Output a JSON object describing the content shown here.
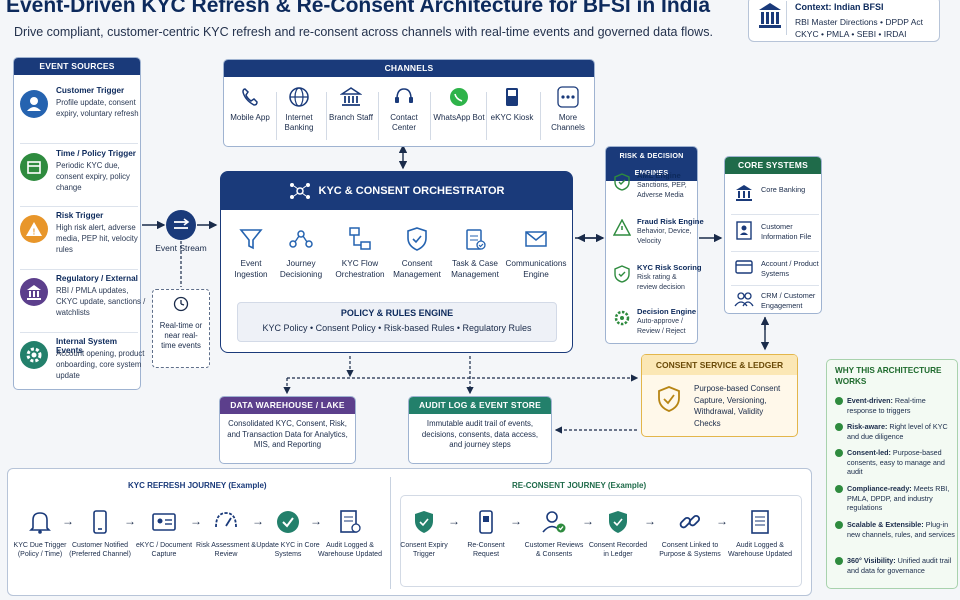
{
  "header": {
    "title": "Event-Driven KYC Refresh & Re-Consent Architecture for BFSI in India",
    "subtitle": "Drive compliant, customer-centric KYC refresh and re-consent across channels with real-time events and governed data flows."
  },
  "context": {
    "title": "Context: Indian BFSI",
    "line1": "RBI Master Directions • DPDP Act",
    "line2": "CKYC • PMLA • SEBI • IRDAI"
  },
  "event_sources": {
    "title": "EVENT SOURCES",
    "items": [
      {
        "title": "Customer Trigger",
        "desc": "Profile update, consent expiry, voluntary refresh",
        "icon": "user-icon",
        "color": "#2563b0"
      },
      {
        "title": "Time / Policy Trigger",
        "desc": "Periodic KYC due, consent expiry, policy change",
        "icon": "calendar-icon",
        "color": "#2e8b3e"
      },
      {
        "title": "Risk Trigger",
        "desc": "High risk alert, adverse media, PEP hit, velocity rules",
        "icon": "warning-icon",
        "color": "#e8962a"
      },
      {
        "title": "Regulatory / External",
        "desc": "RBI / PMLA updates, CKYC update, sanctions / watchlists",
        "icon": "bank-icon",
        "color": "#5c3f8c"
      },
      {
        "title": "Internal System Events",
        "desc": "Account opening, product onboarding, core system update",
        "icon": "gear-icon",
        "color": "#23806b"
      }
    ]
  },
  "event_stream": {
    "label": "Event Stream",
    "realtime": "Real-time or near real-time events"
  },
  "channels": {
    "title": "CHANNELS",
    "items": [
      "Mobile App",
      "Internet Banking",
      "Branch Staff",
      "Contact Center",
      "WhatsApp Bot",
      "eKYC Kiosk",
      "More Channels"
    ]
  },
  "orchestrator": {
    "title": "KYC & CONSENT ORCHESTRATOR",
    "items": [
      "Event Ingestion",
      "Journey Decisioning",
      "KYC Flow Orchestration",
      "Consent Management",
      "Task & Case Management",
      "Communications Engine"
    ],
    "rules_title": "POLICY & RULES ENGINE",
    "rules": "KYC Policy • Consent Policy • Risk-based Rules • Regulatory Rules"
  },
  "risk": {
    "title": "RISK & DECISION ENGINES",
    "items": [
      {
        "title": "AML Engine",
        "desc": "Sanctions, PEP, Adverse Media"
      },
      {
        "title": "Fraud Risk Engine",
        "desc": "Behavior, Device, Velocity"
      },
      {
        "title": "KYC Risk Scoring",
        "desc": "Risk rating & review decision"
      },
      {
        "title": "Decision Engine",
        "desc": "Auto-approve / Review / Reject"
      }
    ]
  },
  "core": {
    "title": "CORE SYSTEMS",
    "items": [
      "Core Banking",
      "Customer Information File",
      "Account / Product Systems",
      "CRM / Customer Engagement"
    ]
  },
  "consent": {
    "title": "CONSENT SERVICE & LEDGER",
    "desc": [
      "Purpose-based Consent",
      "Capture, Versioning,",
      "Withdrawal, Validity",
      "Checks"
    ]
  },
  "data_warehouse": {
    "title": "DATA WAREHOUSE / LAKE",
    "desc": "Consolidated KYC, Consent, Risk, and Transaction Data for Analytics, MIS, and Reporting"
  },
  "audit": {
    "title": "AUDIT LOG & EVENT STORE",
    "desc": "Immutable audit trail of events, decisions, consents, data access, and journey steps"
  },
  "why": {
    "title": "WHY THIS ARCHITECTURE WORKS",
    "items": [
      {
        "b": "Event-driven:",
        "t": " Real-time response to triggers"
      },
      {
        "b": "Risk-aware:",
        "t": " Right level of KYC and due diligence"
      },
      {
        "b": "Consent-led:",
        "t": " Purpose-based consents, easy to manage and audit"
      },
      {
        "b": "Compliance-ready:",
        "t": " Meets RBI, PMLA, DPDP, and industry regulations"
      },
      {
        "b": "Scalable & Extensible:",
        "t": " Plug-in new channels, rules, and services"
      },
      {
        "b": "360° Visibility:",
        "t": " Unified audit trail and data for governance"
      }
    ]
  },
  "kyc_journey": {
    "title": "KYC REFRESH JOURNEY (Example)",
    "steps": [
      "KYC Due Trigger (Policy / Time)",
      "Customer Notified (Preferred Channel)",
      "eKYC / Document Capture",
      "Risk Assessment & Review",
      "Update KYC in Core Systems",
      "Audit Logged & Warehouse Updated"
    ]
  },
  "reconsent_journey": {
    "title": "RE-CONSENT JOURNEY (Example)",
    "steps": [
      "Consent Expiry Trigger",
      "Re-Consent Request",
      "Customer Reviews & Consents",
      "Consent Recorded in Ledger",
      "Consent Linked to Purpose & Systems",
      "Audit Logged & Warehouse Updated"
    ]
  }
}
